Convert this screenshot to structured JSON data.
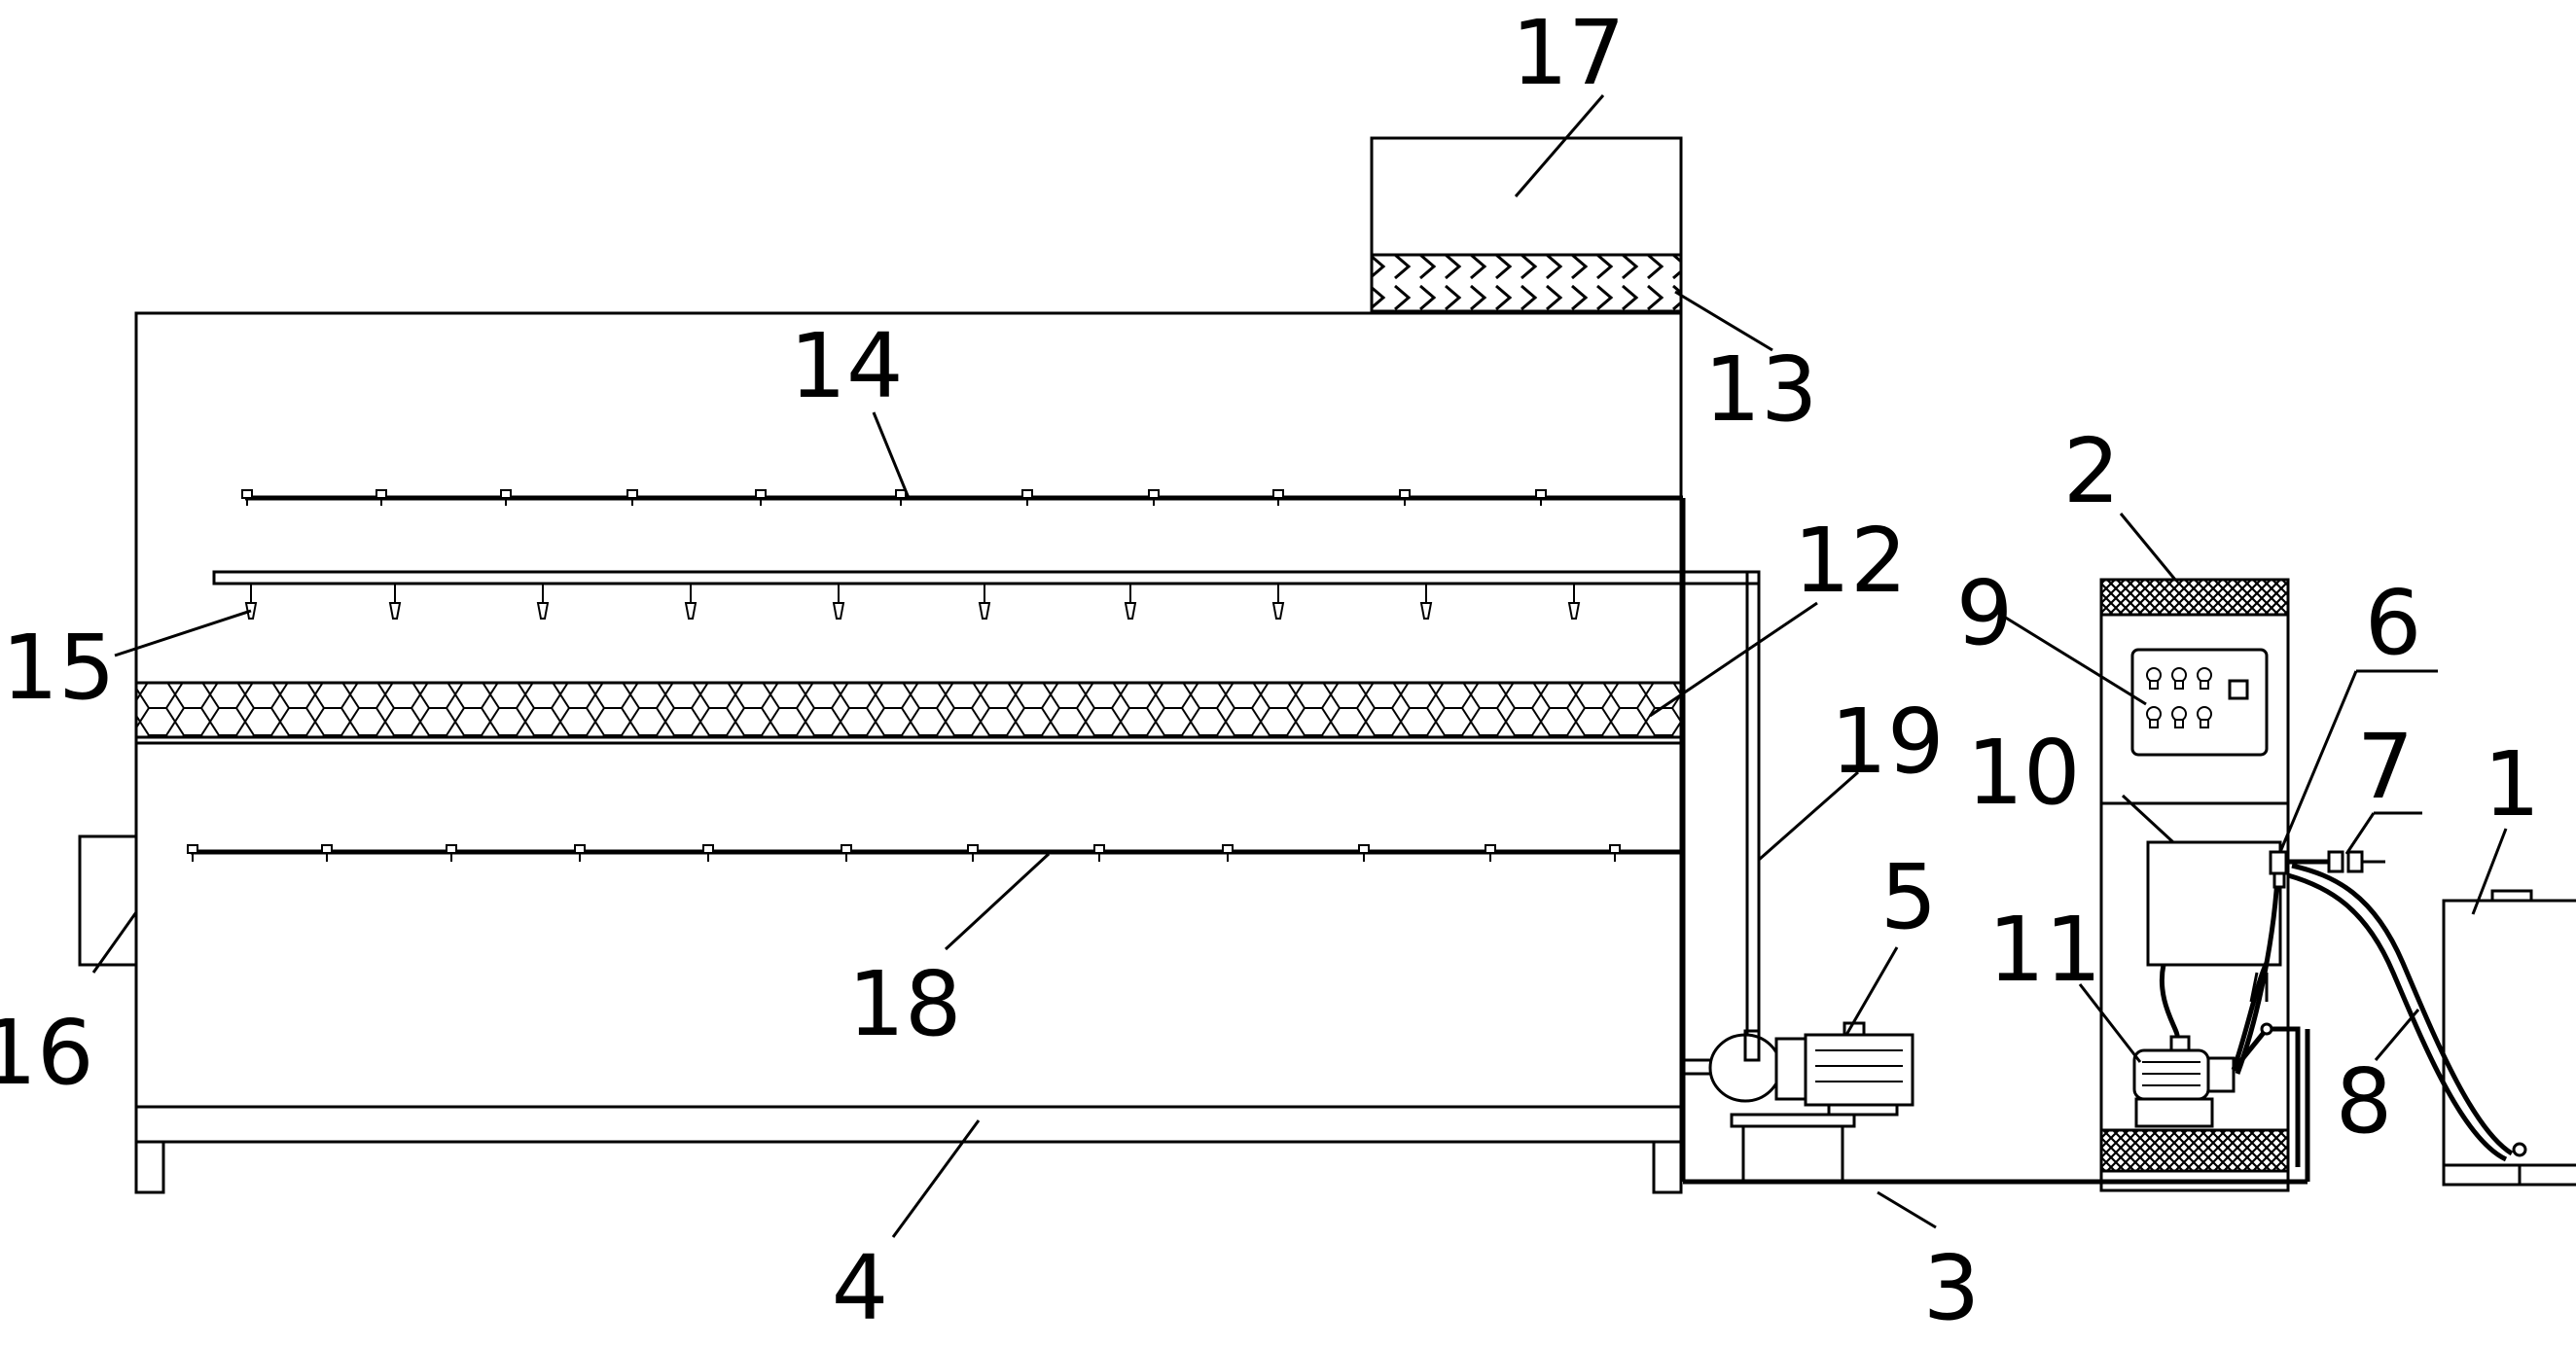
{
  "figure": {
    "parts": [
      {
        "id": "water-tank",
        "label": "1"
      },
      {
        "id": "control-cabinet",
        "label": "2"
      },
      {
        "id": "return-pipe",
        "label": "3"
      },
      {
        "id": "base-frame",
        "label": "4"
      },
      {
        "id": "circulation-pump",
        "label": "5"
      },
      {
        "id": "valve",
        "label": "6"
      },
      {
        "id": "inlet-fitting",
        "label": "7"
      },
      {
        "id": "hose",
        "label": "8"
      },
      {
        "id": "control-panel",
        "label": "9"
      },
      {
        "id": "mixing-box",
        "label": "10"
      },
      {
        "id": "motor-pump",
        "label": "11"
      },
      {
        "id": "packing-layer",
        "label": "12"
      },
      {
        "id": "demister-layer",
        "label": "13"
      },
      {
        "id": "upper-spray-pipe",
        "label": "14"
      },
      {
        "id": "spray-nozzle",
        "label": "15"
      },
      {
        "id": "side-inlet",
        "label": "16"
      },
      {
        "id": "top-outlet",
        "label": "17"
      },
      {
        "id": "lower-spray-pipe",
        "label": "18"
      },
      {
        "id": "riser-pipe",
        "label": "19"
      }
    ]
  }
}
